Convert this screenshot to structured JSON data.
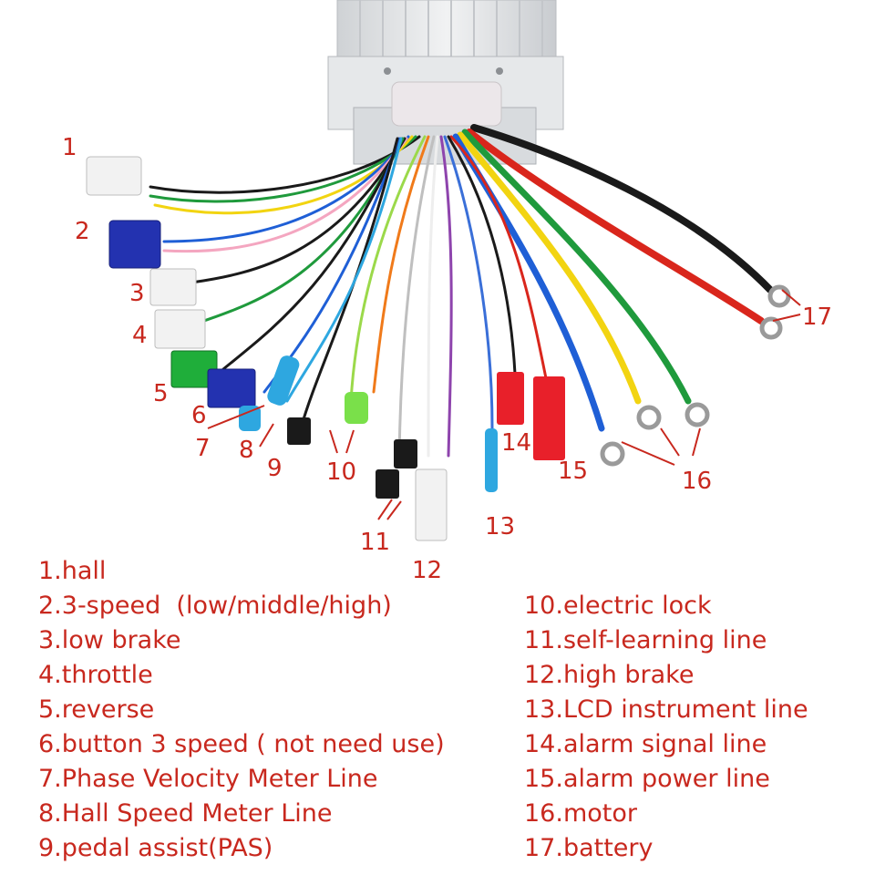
{
  "colors": {
    "label": "#c8281e",
    "housing": "#e4e6e8",
    "wire_black": "#1a1a1a",
    "wire_red": "#d9261c",
    "wire_green": "#1f9a3c",
    "wire_yellow": "#f2d411",
    "wire_blue": "#1f5fd6"
  },
  "callouts": [
    "1",
    "2",
    "3",
    "4",
    "5",
    "6",
    "7",
    "8",
    "9",
    "10",
    "11",
    "12",
    "13",
    "14",
    "15",
    "16",
    "17"
  ],
  "legend_left": [
    "1.hall",
    "2.3-speed  (low/middle/high)",
    "3.low brake",
    "4.throttle",
    "5.reverse",
    "6.button 3 speed ( not need use)",
    "7.Phase Velocity Meter Line",
    "8.Hall Speed Meter Line",
    "9.pedal assist(PAS)"
  ],
  "legend_right": [
    "10.electric lock",
    "11.self-learning line",
    "12.high brake",
    "13.LCD instrument line",
    "14.alarm signal line",
    "15.alarm power line",
    "16.motor",
    "17.battery"
  ]
}
